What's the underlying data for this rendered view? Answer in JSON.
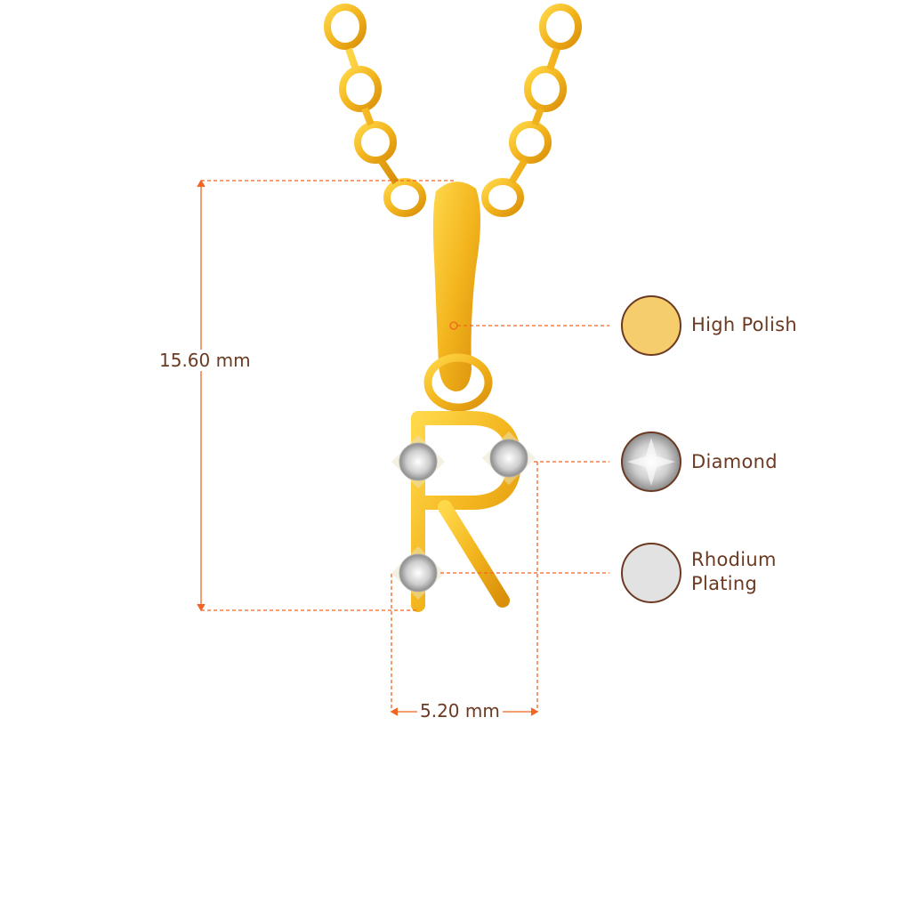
{
  "dimensions": {
    "height_label": "15.60 mm",
    "width_label": "5.20 mm"
  },
  "legend": [
    {
      "label": "High Polish",
      "swatch": "#f6cd6c"
    },
    {
      "label": "Diamond",
      "swatch": "#d9d9d9"
    },
    {
      "label": "Rhodium Plating",
      "line1": "Rhodium",
      "line2": "Plating",
      "swatch": "#e2e2e2"
    }
  ],
  "colors": {
    "gold": "#f3b51e",
    "gold_dark": "#d98f0a",
    "dimension_line": "#f26522",
    "text": "#6b3a22",
    "swatch_border": "#6b3a22"
  }
}
